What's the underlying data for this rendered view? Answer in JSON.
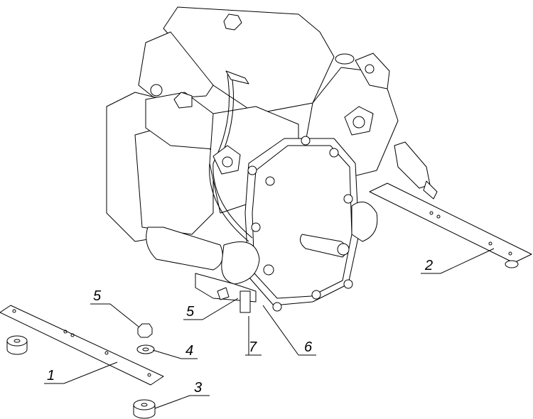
{
  "diagram": {
    "callouts": [
      {
        "id": "1",
        "text": "1"
      },
      {
        "id": "2",
        "text": "2"
      },
      {
        "id": "3",
        "text": "3"
      },
      {
        "id": "4",
        "text": "4"
      },
      {
        "id": "5a",
        "text": "5"
      },
      {
        "id": "5b",
        "text": "5"
      },
      {
        "id": "6",
        "text": "6"
      },
      {
        "id": "7",
        "text": "7"
      }
    ],
    "line_color": "#000000",
    "background": "#ffffff"
  }
}
